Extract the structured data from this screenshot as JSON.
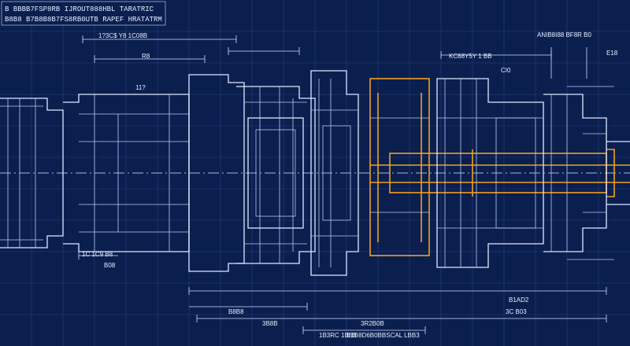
{
  "header": {
    "line1": "B BBBB7FSP8RB IJROUT888HBL TARATRIC",
    "line2": "B8B8 B7B8B8B7FS8RB0UTB RAPEF HRATATRM"
  },
  "labels": {
    "top_left_dim": "1?3C$ Y8 1C08B",
    "top_right_note": "ANIB8I88 BF8R B0",
    "mid_right_note": "KC88Y5Y 1 BB",
    "small_a": "11?",
    "small_b": "R8",
    "small_c": "CI0",
    "small_d": "E18",
    "left_bottom_a": "1C 1C9 B8",
    "left_bottom_b": "B08",
    "bottom_dim_1": "B8B8",
    "bottom_dim_2": "3B8B",
    "bottom_dim_3": "3R2B0B",
    "bottom_dim_4": "1B3RC 1B8B",
    "bottom_dim_5": "B1AD2",
    "bottom_dim_6": "3C B03",
    "bottom_code": "E1B8D6B0BBSCAL LBB3"
  }
}
